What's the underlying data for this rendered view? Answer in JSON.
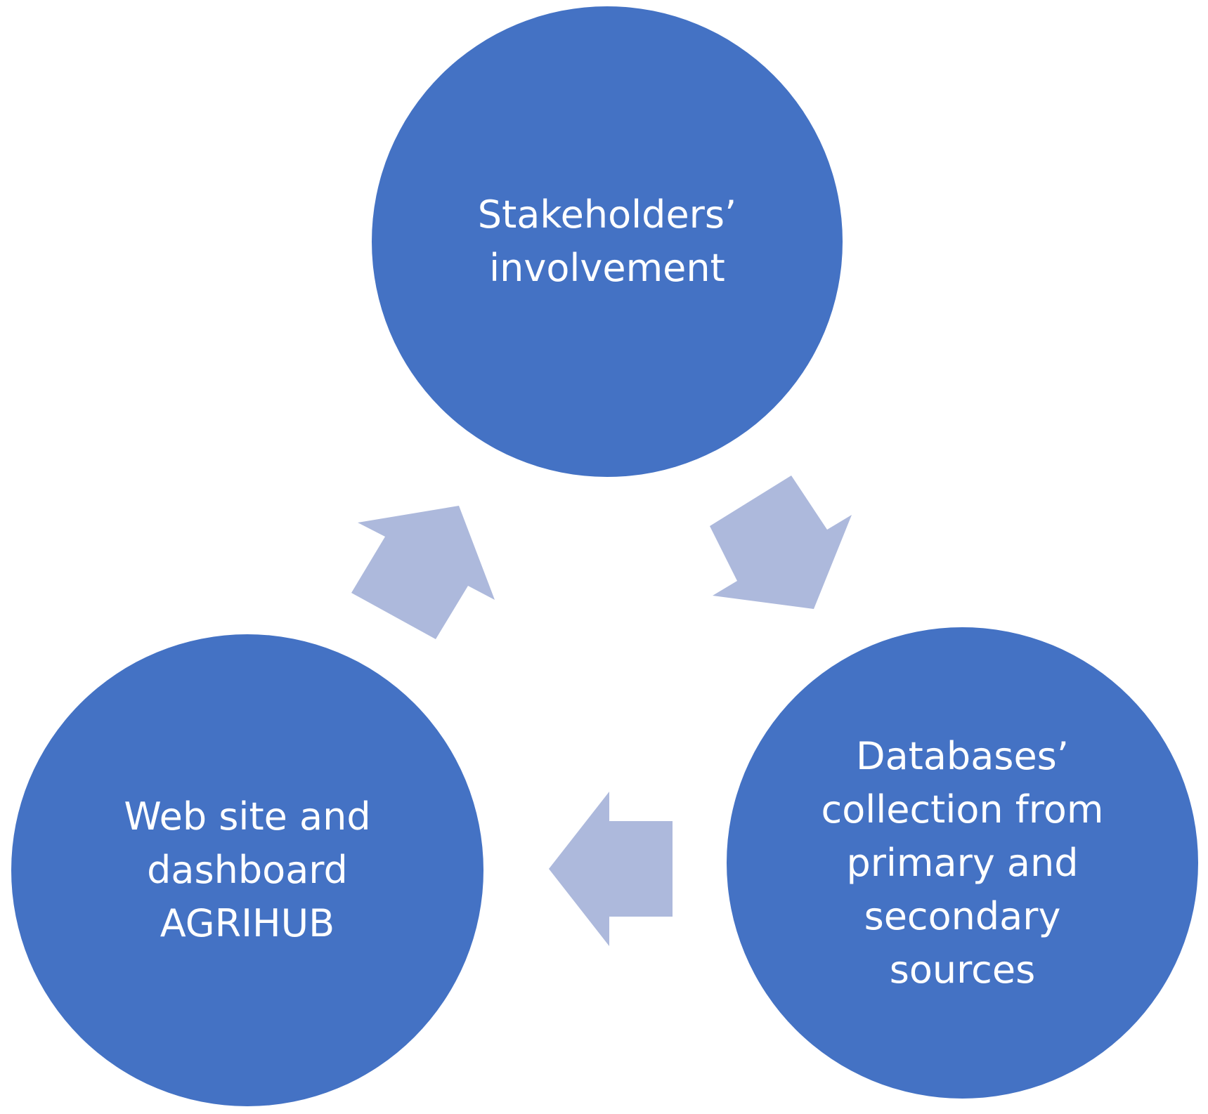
{
  "colors": {
    "circle": "#4472c4",
    "arrow": "#adb9dc",
    "text": "#ffffff",
    "background": "#ffffff"
  },
  "nodes": {
    "top": {
      "label": "Stakeholders’\ninvolvement"
    },
    "right": {
      "label": "Databases’\ncollection from\nprimary and\nsecondary\nsources"
    },
    "left": {
      "label": "Web site and\ndashboard\nAGRIHUB"
    }
  },
  "arrows": [
    {
      "from": "top",
      "to": "right"
    },
    {
      "from": "right",
      "to": "left"
    },
    {
      "from": "left",
      "to": "top"
    }
  ]
}
